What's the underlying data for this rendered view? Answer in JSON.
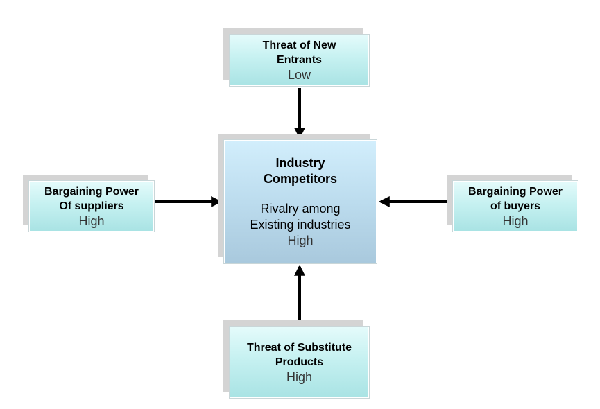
{
  "center": {
    "heading": "Industry\nCompetitors",
    "description": "Rivalry among\nExisting industries",
    "rating": "High"
  },
  "top": {
    "title": "Threat of New\nEntrants",
    "rating": "Low"
  },
  "left": {
    "title": "Bargaining Power\nOf suppliers",
    "rating": "High"
  },
  "right": {
    "title": "Bargaining Power\nof buyers",
    "rating": "High"
  },
  "bottom": {
    "title": "Threat of Substitute\nProducts",
    "rating": "High"
  },
  "colors": {
    "box_fill": "#c6f1f1",
    "center_fill": "#bcdcee",
    "shadow": "#d4d4d4",
    "arrow": "#000000"
  }
}
